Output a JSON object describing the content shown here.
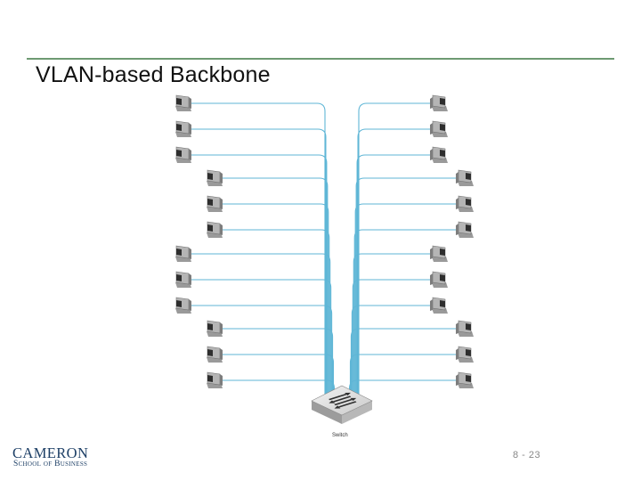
{
  "slide": {
    "title": "VLAN-based Backbone",
    "page_number": "8 - 23"
  },
  "diagram": {
    "switch_label": "Switch",
    "cable_color": "#5fb6d6",
    "computer_count": 24
  },
  "branding": {
    "logo_main": "CAMERON",
    "logo_sub": "School of Business",
    "brand_color": "#1d3f66",
    "rule_color": "#6e9a72"
  }
}
